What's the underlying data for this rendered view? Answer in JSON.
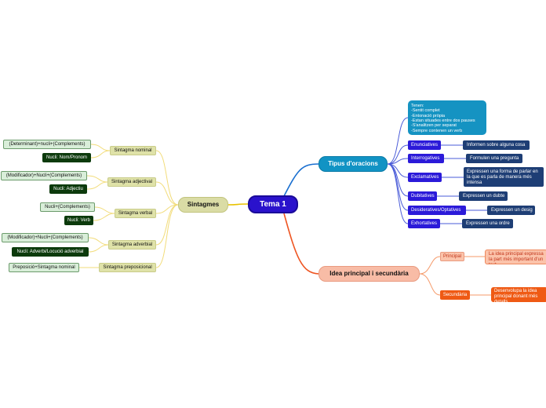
{
  "root": {
    "label": "Tema 1"
  },
  "sintagmes": {
    "label": "Sintagmes",
    "items": [
      {
        "label": "Sintagma nominal",
        "structure": "(Determinant)+nucli+(Complements)",
        "nucli": "Nucli: Nom/Pronom"
      },
      {
        "label": "Sintagma adjectival",
        "structure": "(Modificador)+Nucli+(Complements)",
        "nucli": "Nucli: Adjectiu"
      },
      {
        "label": "Sintagma verbal",
        "structure": "Nucli+(Complements)",
        "nucli": "Nucli: Verb"
      },
      {
        "label": "Sintagma adverbial",
        "structure": "(Modificador)+Nucli+(Complements)",
        "nucli": "Nucli: Adverbi/Locució adverbial"
      },
      {
        "label": "Sintagma preposicional",
        "structure": "Preposició+Sintagma nominal"
      }
    ]
  },
  "tipus": {
    "label": "Tipus d'oracions",
    "note": [
      "Tenen:",
      "-Sentit complet",
      "-Entonació pròpia",
      "-Estan situades entre dos pauses",
      "-S'analitzen per separat",
      "-Sempre contenen un verb"
    ],
    "items": [
      {
        "label": "Enunciatives",
        "desc": "Informen sobre alguna cosa"
      },
      {
        "label": "Interrogatives",
        "desc": "Formulen una pregunta"
      },
      {
        "label": "Exclamatives",
        "desc": "Expressen una forma de parlar en la que es parla de manera més intensa"
      },
      {
        "label": "Dubitatives",
        "desc": "Expressen un dubte"
      },
      {
        "label": "Desideratives/Optatives",
        "desc": "Expressen un desig"
      },
      {
        "label": "Exhortatives",
        "desc": "Expressen una ordre"
      }
    ]
  },
  "idea": {
    "label": "Idea principal i secundària",
    "principal": {
      "label": "Principal",
      "desc": "La idea principal expressa la part més important d'un text."
    },
    "secundaria": {
      "label": "Secundària",
      "desc": "Desenvolupa la idea principal donant més detalls."
    }
  },
  "colors": {
    "root": "#2a12cc",
    "sintagmes_branch": "#e8c200",
    "sintagmes_children": "#f2dc7a",
    "tipus_branch": "#1a6fd0",
    "tipus_children": "#4a5bd8",
    "idea_branch": "#ee5522",
    "idea_children": "#f59a6a"
  }
}
